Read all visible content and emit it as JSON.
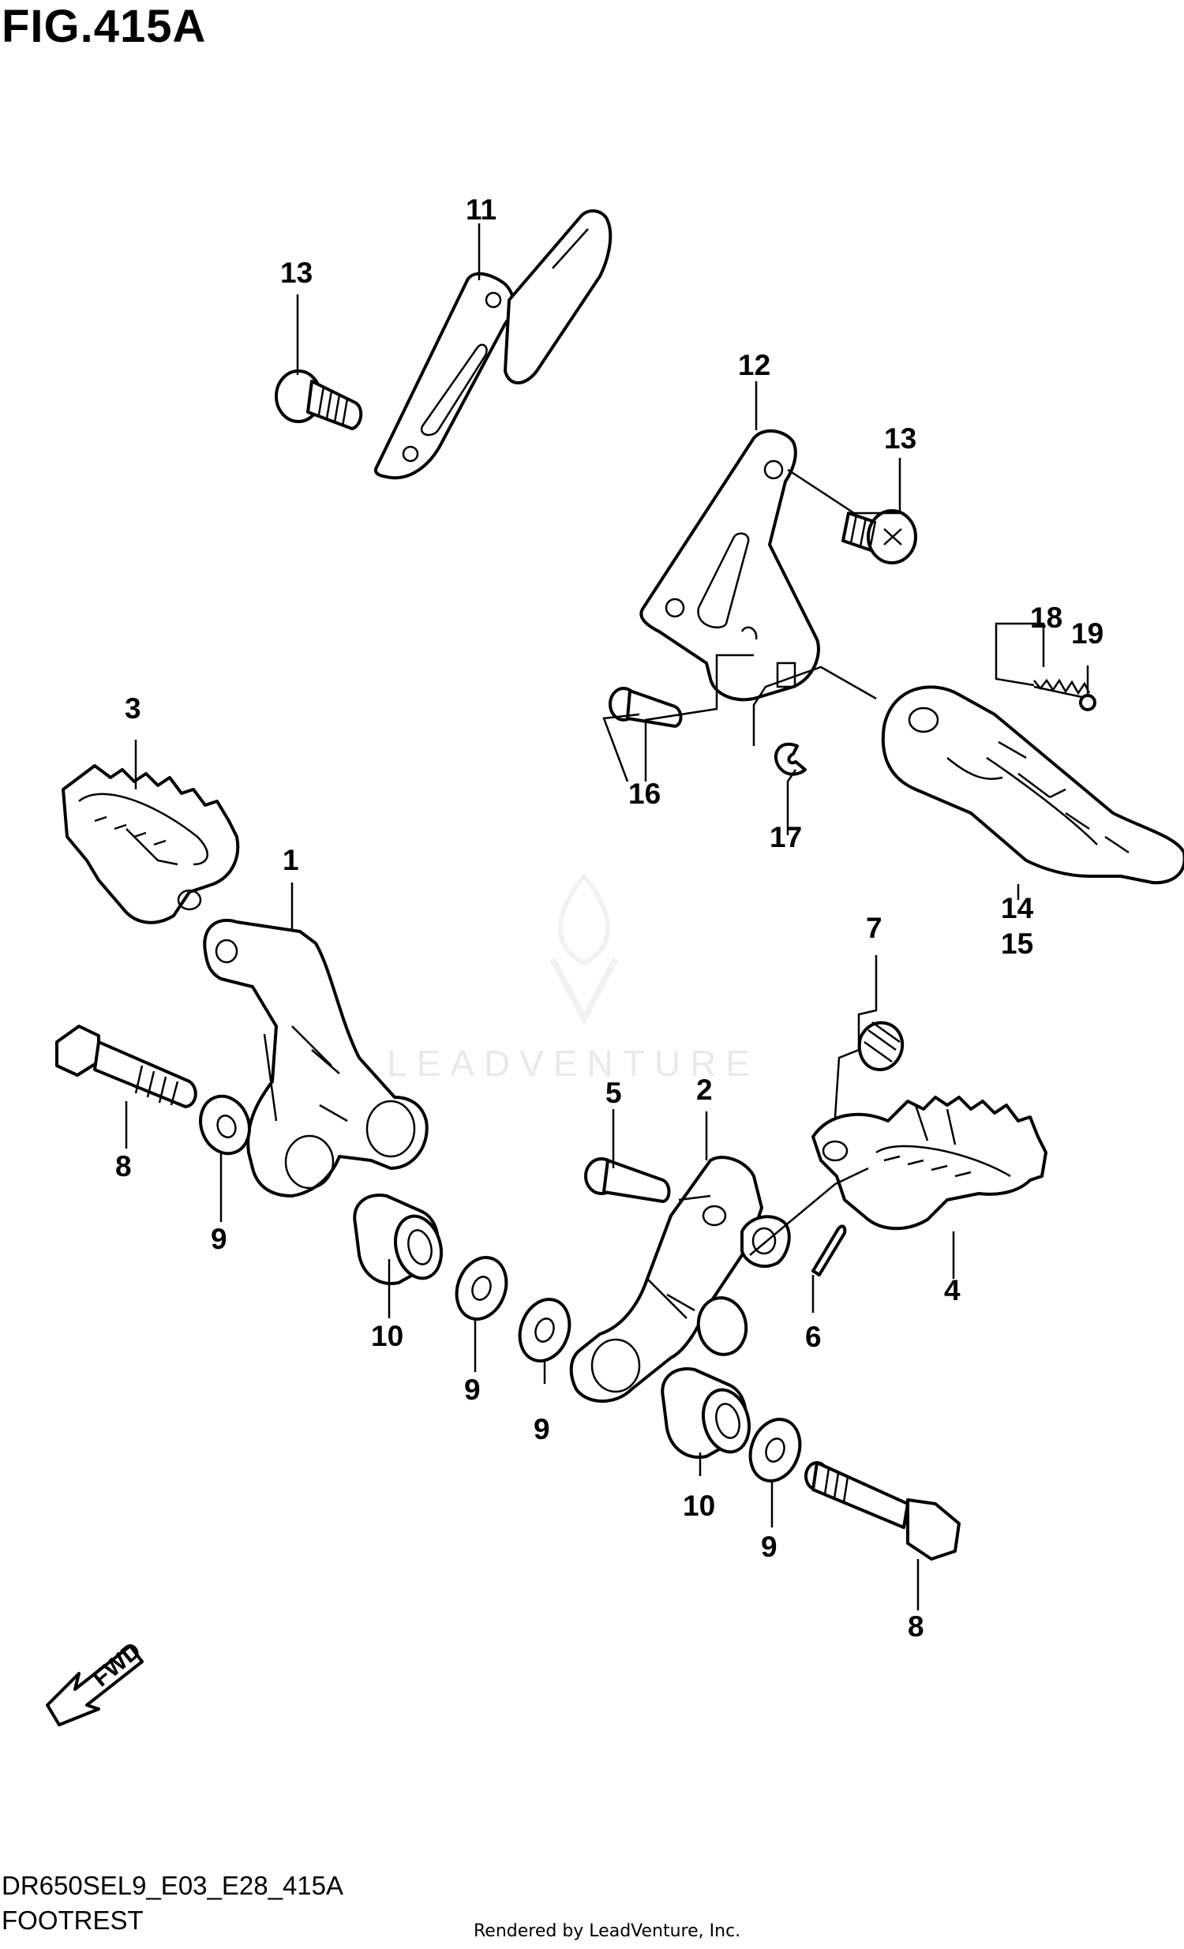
{
  "figure": {
    "title": "FIG.415A",
    "model_code": "DR650SEL9_E03_E28_415A",
    "name": "FOOTREST",
    "credit": "Rendered by LeadVenture, Inc.",
    "watermark": "LEADVENTURE",
    "direction_label": "FWD"
  },
  "callouts": {
    "p1": "1",
    "p2": "2",
    "p3": "3",
    "p4": "4",
    "p5": "5",
    "p6": "6",
    "p7": "7",
    "p8a": "8",
    "p8b": "8",
    "p9a": "9",
    "p9b": "9",
    "p9c": "9",
    "p9d": "9",
    "p10a": "10",
    "p10b": "10",
    "p11": "11",
    "p12": "12",
    "p13a": "13",
    "p13b": "13",
    "p14": "14",
    "p15": "15",
    "p16": "16",
    "p17": "17",
    "p18": "18",
    "p19": "19"
  }
}
